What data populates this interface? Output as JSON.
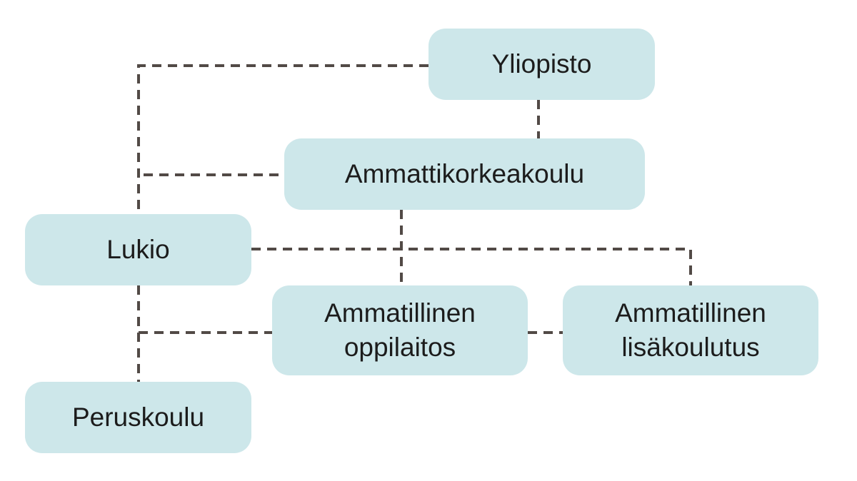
{
  "nodes": {
    "yliopisto": {
      "label": "Yliopisto"
    },
    "ammattikorkeakoulu": {
      "label": "Ammattikorkeakoulu"
    },
    "lukio": {
      "label": "Lukio"
    },
    "ammatillinen_oppilaitos": {
      "line1": "Ammatillinen",
      "line2": "oppilaitos"
    },
    "ammatillinen_lisakoulutus": {
      "line1": "Ammatillinen",
      "line2": "lisäkoulutus"
    },
    "peruskoulu": {
      "label": "Peruskoulu"
    }
  },
  "colors": {
    "node_fill": "#cde7ea",
    "connector": "#524a46",
    "text": "#1c1c1c"
  }
}
